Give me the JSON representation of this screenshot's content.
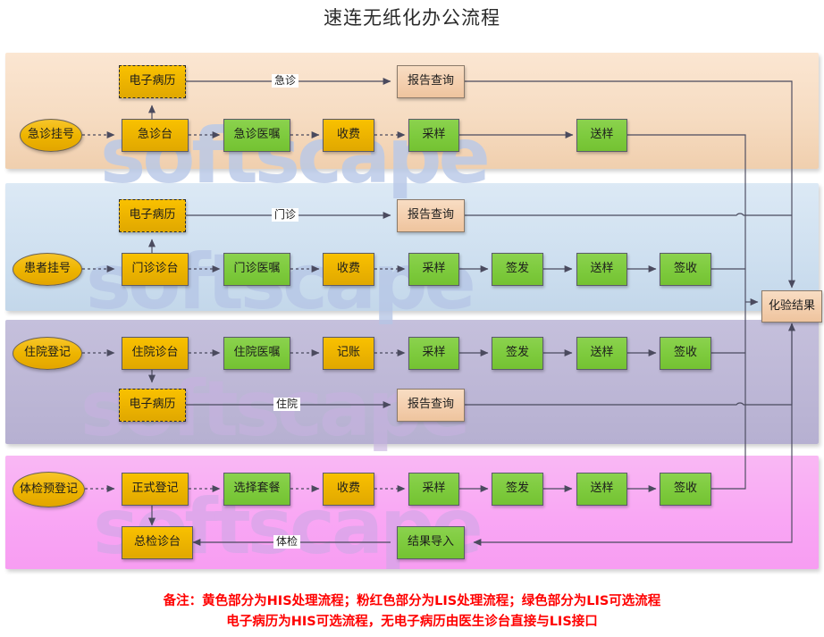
{
  "title": "速连无纸化办公流程",
  "bands": [
    {
      "name": "emergency",
      "color": "#f6dcc2"
    },
    {
      "name": "outpatient",
      "color": "#cfe0f0"
    },
    {
      "name": "inpatient",
      "color": "#bdb7d6"
    },
    {
      "name": "checkup",
      "color": "#f9a7f4"
    }
  ],
  "watermark": {
    "text": "softscape"
  },
  "nodes": {
    "emr_emergency": "电子病历",
    "emr_outpatient": "电子病历",
    "emr_inpatient": "电子病历",
    "report_emergency": "报告查询",
    "report_outpatient": "报告查询",
    "report_inpatient": "报告查询",
    "reg_emergency": "急诊挂号",
    "desk_emergency": "急诊台",
    "order_emergency": "急诊医嘱",
    "fee_emergency": "收费",
    "sample_emergency": "采样",
    "send_emergency": "送样",
    "reg_outpatient": "患者挂号",
    "desk_outpatient": "门诊诊台",
    "order_outpatient": "门诊医嘱",
    "fee_outpatient": "收费",
    "sample_outpatient": "采样",
    "issue_outpatient": "签发",
    "send_outpatient": "送样",
    "receive_outpatient": "签收",
    "reg_inpatient": "住院登记",
    "desk_inpatient": "住院诊台",
    "order_inpatient": "住院医嘱",
    "charge_inpatient": "记账",
    "sample_inpatient": "采样",
    "issue_inpatient": "签发",
    "send_inpatient": "送样",
    "receive_inpatient": "签收",
    "pre_reg_checkup": "体检预登记",
    "formal_reg_checkup": "正式登记",
    "package_checkup": "选择套餐",
    "fee_checkup": "收费",
    "sample_checkup": "采样",
    "issue_checkup": "签发",
    "send_checkup": "送样",
    "receive_checkup": "签收",
    "final_desk_checkup": "总检诊台",
    "result_import_checkup": "结果导入",
    "lab_result": "化验结果"
  },
  "wire_labels": {
    "emergency": "急诊",
    "outpatient": "门诊",
    "inpatient": "住院",
    "checkup": "体检"
  },
  "note": {
    "line1": "备注：黄色部分为HIS处理流程；粉红色部分为LIS处理流程；绿色部分为LIS可选流程",
    "line2": "电子病历为HIS可选流程，无电子病历由医生诊台直接与LIS接口"
  },
  "colors": {
    "his_yellow": "#edb400",
    "lis_green": "#7ecb3e",
    "report_peach": "#f4cfae",
    "note_red": "#ff0000"
  }
}
